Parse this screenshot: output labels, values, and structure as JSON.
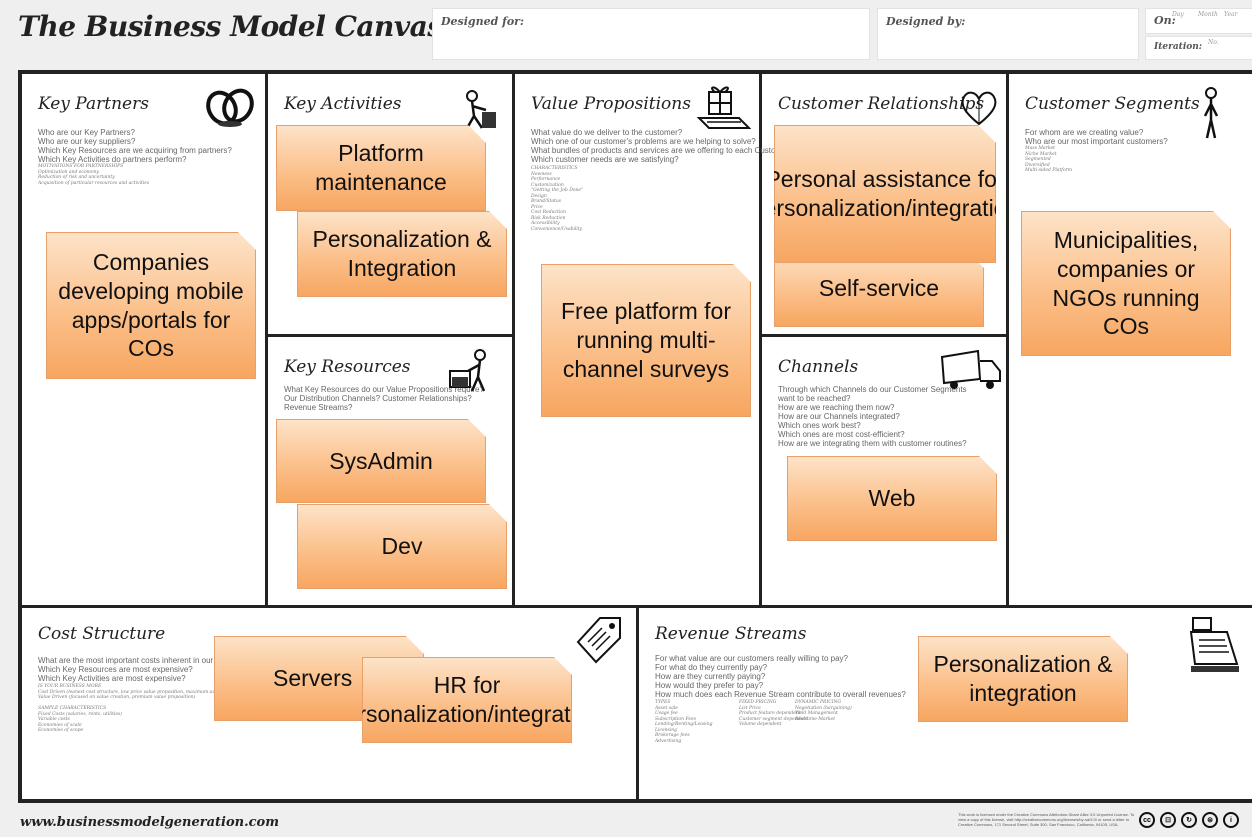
{
  "header": {
    "title": "The Business Model Canvas",
    "designed_for": "Designed for:",
    "designed_by": "Designed by:",
    "on": "On:",
    "iteration": "Iteration:",
    "day": "Day",
    "month": "Month",
    "year": "Year",
    "no": "No."
  },
  "blocks": {
    "key_partners": {
      "title": "Key Partners",
      "questions": "Who are our Key Partners?\nWho are our key suppliers?\nWhich Key Resources are we acquiring from partners?\nWhich Key Activities do partners perform?",
      "fine": "MOTIVATIONS FOR PARTNERSHIPS\nOptimization and economy\nReduction of risk and uncertainty\nAcquisition of particular resources and activities"
    },
    "key_activities": {
      "title": "Key Activities"
    },
    "key_resources": {
      "title": "Key Resources",
      "questions": "What Key Resources do our Value Propositions require?\nOur Distribution Channels? Customer Relationships?\nRevenue Streams?"
    },
    "value_propositions": {
      "title": "Value Propositions",
      "questions": "What value do we deliver to the customer?\nWhich one of our customer's problems are we helping to solve?\nWhat bundles of products and services are we offering to each Customer Segment?\nWhich customer needs are we satisfying?",
      "fine": "CHARACTERISTICS\nNewness\nPerformance\nCustomization\n\"Getting the Job Done\"\nDesign\nBrand/Status\nPrice\nCost Reduction\nRisk Reduction\nAccessibility\nConvenience/Usability"
    },
    "customer_relationships": {
      "title": "Customer Relationships"
    },
    "channels": {
      "title": "Channels",
      "questions": "Through which Channels do our Customer Segments\nwant to be reached?\nHow are we reaching them now?\nHow are our Channels integrated?\nWhich ones work best?\nWhich ones are most cost-efficient?\nHow are we integrating them with customer routines?"
    },
    "customer_segments": {
      "title": "Customer Segments",
      "questions": "For whom are we creating value?\nWho are our most important customers?",
      "fine": "Mass Market\nNiche Market\nSegmented\nDiversified\nMulti-sided Platform"
    },
    "cost_structure": {
      "title": "Cost Structure",
      "questions": "What are the most important costs inherent in our business model?\nWhich Key Resources are most expensive?\nWhich Key Activities are most expensive?",
      "fine": "IS YOUR BUSINESS MORE\nCost Driven (leanest cost structure, low price value proposition, maximum automation, extensive outsourcing)\nValue Driven (focused on value creation, premium value proposition)\n\nSAMPLE CHARACTERISTICS\nFixed Costs (salaries, rents, utilities)\nVariable costs\nEconomies of scale\nEconomies of scope"
    },
    "revenue_streams": {
      "title": "Revenue Streams",
      "questions": "For what value are our customers really willing to pay?\nFor what do they currently pay?\nHow are they currently paying?\nHow would they prefer to pay?\nHow much does each Revenue Stream contribute to overall revenues?",
      "fine_col1": "TYPES\nAsset sale\nUsage fee\nSubscription Fees\nLending/Renting/Leasing\nLicensing\nBrokerage fees\nAdvertising",
      "fine_col2": "FIXED PRICING\nList Price\nProduct feature dependent\nCustomer segment dependent\nVolume dependent",
      "fine_col3": "DYNAMIC PRICING\nNegotiation (bargaining)\nYield Management\nReal-time-Market"
    }
  },
  "notes": {
    "key_partners": [
      "Companies developing mobile apps/portals for COs"
    ],
    "key_activities": [
      "Platform maintenance",
      "Personalization & Integration"
    ],
    "key_resources": [
      "SysAdmin",
      "Dev"
    ],
    "value_propositions": [
      "Free platform for running multi-channel surveys"
    ],
    "customer_relationships": [
      "Personal assistance for personalization/integration",
      "Self-service"
    ],
    "channels": [
      "Web"
    ],
    "customer_segments": [
      "Municipalities, companies or NGOs running COs"
    ],
    "cost_structure": [
      "Servers",
      "HR for personalization/integration"
    ],
    "revenue_streams": [
      "Personalization & integration"
    ]
  },
  "footer": {
    "url": "www.businessmodelgeneration.com",
    "license": "This work is licensed under the Creative Commons Attribution-Share Alike 3.0 Unported License. To view a copy of this license, visit http://creativecommons.org/licenses/by-sa/3.0/ or send a letter to Creative Commons, 171 Second Street, Suite 300, San Francisco, California, 94105, USA.",
    "icons": [
      "cc-icon",
      "by-icon",
      "sa-icon",
      "nc-icon",
      "info-icon"
    ]
  },
  "colors": {
    "note_top": "#fde3c8",
    "note_bottom": "#f7a660",
    "border": "#222222"
  }
}
